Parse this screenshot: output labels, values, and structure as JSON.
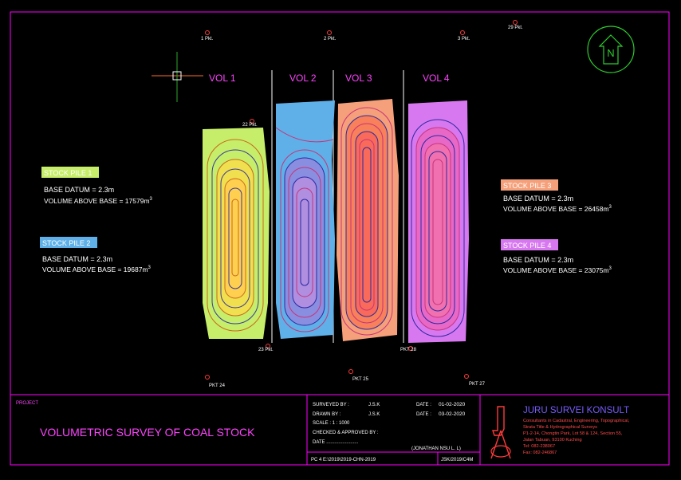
{
  "drawing": {
    "north_label": "N",
    "volume_labels": [
      "VOL 1",
      "VOL 2",
      "VOL 3",
      "VOL 4"
    ],
    "benchmarks": [
      {
        "label": "1 Pkt."
      },
      {
        "label": "2 Pkt."
      },
      {
        "label": "3 Pkt."
      },
      {
        "label": "29 Pkt."
      },
      {
        "label": "22 Pkt."
      },
      {
        "label": "23 Pkt."
      },
      {
        "label": "PKT 28"
      },
      {
        "label": "PKT 24"
      },
      {
        "label": "PKT 25"
      },
      {
        "label": "PKT 27"
      }
    ],
    "piles": [
      {
        "name": "STOCK PILE 1",
        "datum": "BASE DATUM = 2.3m",
        "volume": "VOLUME ABOVE BASE = 17579m",
        "name_bg": "#c6ee6a"
      },
      {
        "name": "STOCK PILE 2",
        "datum": "BASE DATUM = 2.3m",
        "volume": "VOLUME ABOVE BASE = 19687m",
        "name_bg": "#5fb0e8"
      },
      {
        "name": "STOCK PILE 3",
        "datum": "BASE DATUM = 2.3m",
        "volume": "VOLUME ABOVE BASE = 26458m",
        "name_bg": "#f5a07a"
      },
      {
        "name": "STOCK PILE 4",
        "datum": "BASE DATUM = 2.3m",
        "volume": "VOLUME ABOVE BASE = 23075m",
        "name_bg": "#d878f0"
      }
    ],
    "unit_superscript": "3"
  },
  "title_block": {
    "project_label": "PROJECT",
    "project_title": "VOLUMETRIC SURVEY OF COAL STOCK",
    "surveyed_by_label": "SURVEYED BY :",
    "surveyed_by": "J.S.K",
    "drawn_by_label": "DRAWN BY :",
    "drawn_by": "J.S.K",
    "date_label": "DATE :",
    "date1": "01-02-2020",
    "date2": "03-02-2020",
    "scale": "SCALE : 1 : 1000",
    "checked": "CHECKED & APPROVED BY :",
    "date_line": "DATE ........................",
    "signatory": "(JONATHAN NSU L. L)",
    "file_path": "PC 4 E:\\2019\\2019-CHN-2019",
    "job_no": "JSK/2019/C4M",
    "company_name": "JURU SURVEI KONSULT",
    "company_lines": [
      "Consultants in Cadastral, Engineering, Topographical,",
      "Strata Title & Hydrographical Surveys",
      "P1-2-14, Chongtin Park, Lot 58 & 124, Section 55,",
      "Jalan Tabuan, 93100 Kuching",
      "Tel: 082-238067",
      "Fax: 082-246867"
    ]
  }
}
